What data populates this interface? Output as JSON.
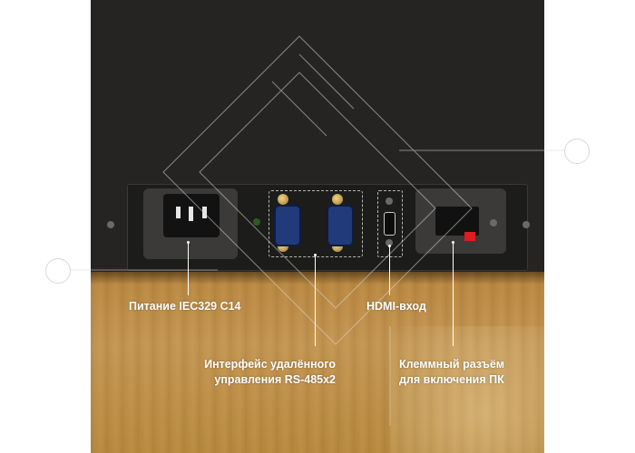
{
  "labels": {
    "power": "Питание IEC329 C14",
    "rs485_line1": "Интерфейс удалённого",
    "rs485_line2": "управления RS-485x2",
    "hdmi": "HDMI-вход",
    "terminal_line1": "Клеммный разъём",
    "terminal_line2": "для включения ПК"
  },
  "colors": {
    "wall": "#262423",
    "wood": "#c39552",
    "terminal_accent": "#e01c1c",
    "connector_blue": "#203a7a"
  }
}
